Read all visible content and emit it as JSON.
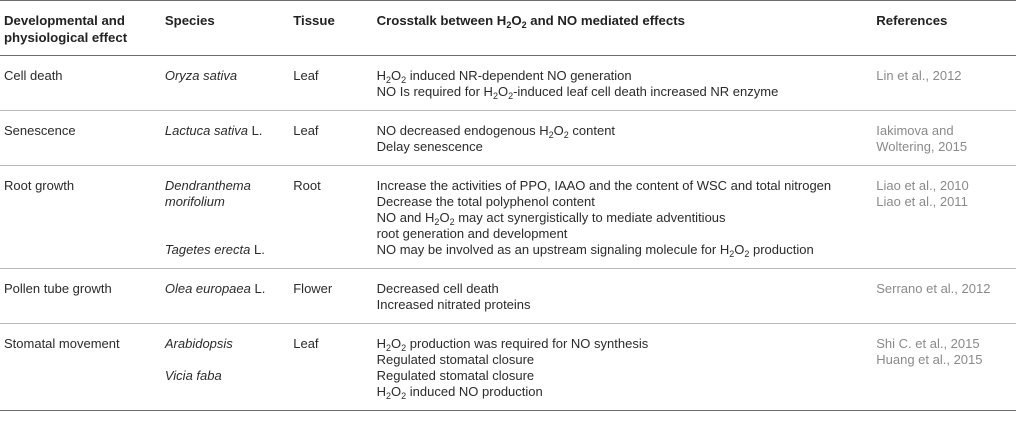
{
  "headers": {
    "effect": [
      "Developmental and",
      "physiological effect"
    ],
    "species": "Species",
    "tissue": "Tissue",
    "crosstalk": [
      "Crosstalk between H",
      "2",
      "O",
      "2",
      " and NO mediated effects"
    ],
    "references": "References"
  },
  "rows": [
    {
      "effect": "Cell death",
      "species": [
        [
          "Oryza sativa",
          ""
        ]
      ],
      "tissue": "Leaf",
      "lines": [
        [
          "H",
          "2",
          "O",
          "2",
          " induced NR-dependent NO generation"
        ],
        [
          "NO Is required for H",
          "2",
          "O",
          "2",
          "-induced leaf cell death increased NR enzyme"
        ]
      ],
      "refs": [
        "Lin et al., 2012"
      ]
    },
    {
      "effect": "Senescence",
      "species": [
        [
          "Lactuca sativa",
          " L."
        ]
      ],
      "tissue": "Leaf",
      "lines": [
        [
          "NO decreased endogenous H",
          "2",
          "O",
          "2",
          " content"
        ],
        [
          "Delay senescence"
        ]
      ],
      "refs": [
        "Iakimova and",
        "Woltering, 2015"
      ]
    },
    {
      "effect": "Root growth",
      "species": [
        [
          "Dendranthema",
          ""
        ],
        [
          "morifolium",
          ""
        ],
        [
          "",
          ""
        ],
        [
          "",
          ""
        ],
        [
          "Tagetes erecta",
          " L."
        ]
      ],
      "tissue": "Root",
      "lines": [
        [
          "Increase the activities of PPO, IAAO and the content of WSC and total nitrogen"
        ],
        [
          "Decrease the total polyphenol content"
        ],
        [
          "NO and H",
          "2",
          "O",
          "2",
          " may act synergistically to mediate adventitious"
        ],
        [
          "root generation and development"
        ],
        [
          "NO may be involved as an upstream signaling molecule for H",
          "2",
          "O",
          "2",
          " production"
        ]
      ],
      "refs": [
        "Liao et al., 2010",
        "Liao et al., 2011"
      ]
    },
    {
      "effect": "Pollen tube growth",
      "species": [
        [
          "Olea europaea",
          " L."
        ]
      ],
      "tissue": "Flower",
      "lines": [
        [
          "Decreased cell death"
        ],
        [
          "Increased nitrated proteins"
        ]
      ],
      "refs": [
        "Serrano et al., 2012"
      ]
    },
    {
      "effect": "Stomatal movement",
      "species": [
        [
          "Arabidopsis",
          ""
        ],
        [
          "",
          ""
        ],
        [
          "Vicia faba",
          ""
        ]
      ],
      "tissue": "Leaf",
      "lines": [
        [
          "H",
          "2",
          "O",
          "2",
          " production was required for NO synthesis"
        ],
        [
          "Regulated stomatal closure"
        ],
        [
          "Regulated stomatal closure"
        ],
        [
          "H",
          "2",
          "O",
          "2",
          " induced NO production"
        ]
      ],
      "refs": [
        "Shi C. et al., 2015",
        "Huang et al., 2015"
      ]
    }
  ]
}
